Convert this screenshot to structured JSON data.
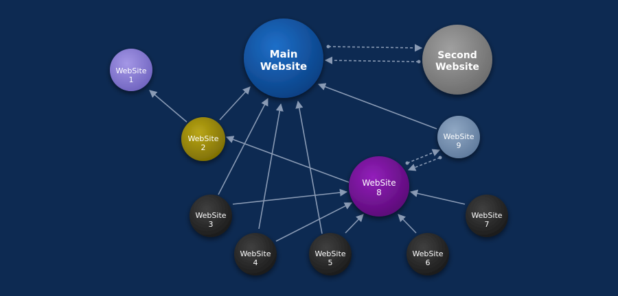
{
  "nodes": {
    "main": {
      "line1": "Main",
      "line2": "Website"
    },
    "second": {
      "line1": "Second",
      "line2": "Website"
    },
    "w1": {
      "line1": "WebSite",
      "line2": "1"
    },
    "w2": {
      "line1": "WebSite",
      "line2": "2"
    },
    "w3": {
      "line1": "WebSite",
      "line2": "3"
    },
    "w4": {
      "line1": "WebSite",
      "line2": "4"
    },
    "w5": {
      "line1": "WebSite",
      "line2": "5"
    },
    "w6": {
      "line1": "WebSite",
      "line2": "6"
    },
    "w7": {
      "line1": "WebSite",
      "line2": "7"
    },
    "w8": {
      "line1": "WebSite",
      "line2": "8"
    },
    "w9": {
      "line1": "WebSite",
      "line2": "9"
    }
  },
  "colors": {
    "background": "#0d2a52",
    "main": "#0f56a8",
    "second": "#8a8a8a",
    "w1": "#8c7fd6",
    "w2": "#a08f0b",
    "dark": "#2e2e2e",
    "w8": "#78109a",
    "w9": "#7a94b3",
    "connector": "#8a9bb5"
  }
}
